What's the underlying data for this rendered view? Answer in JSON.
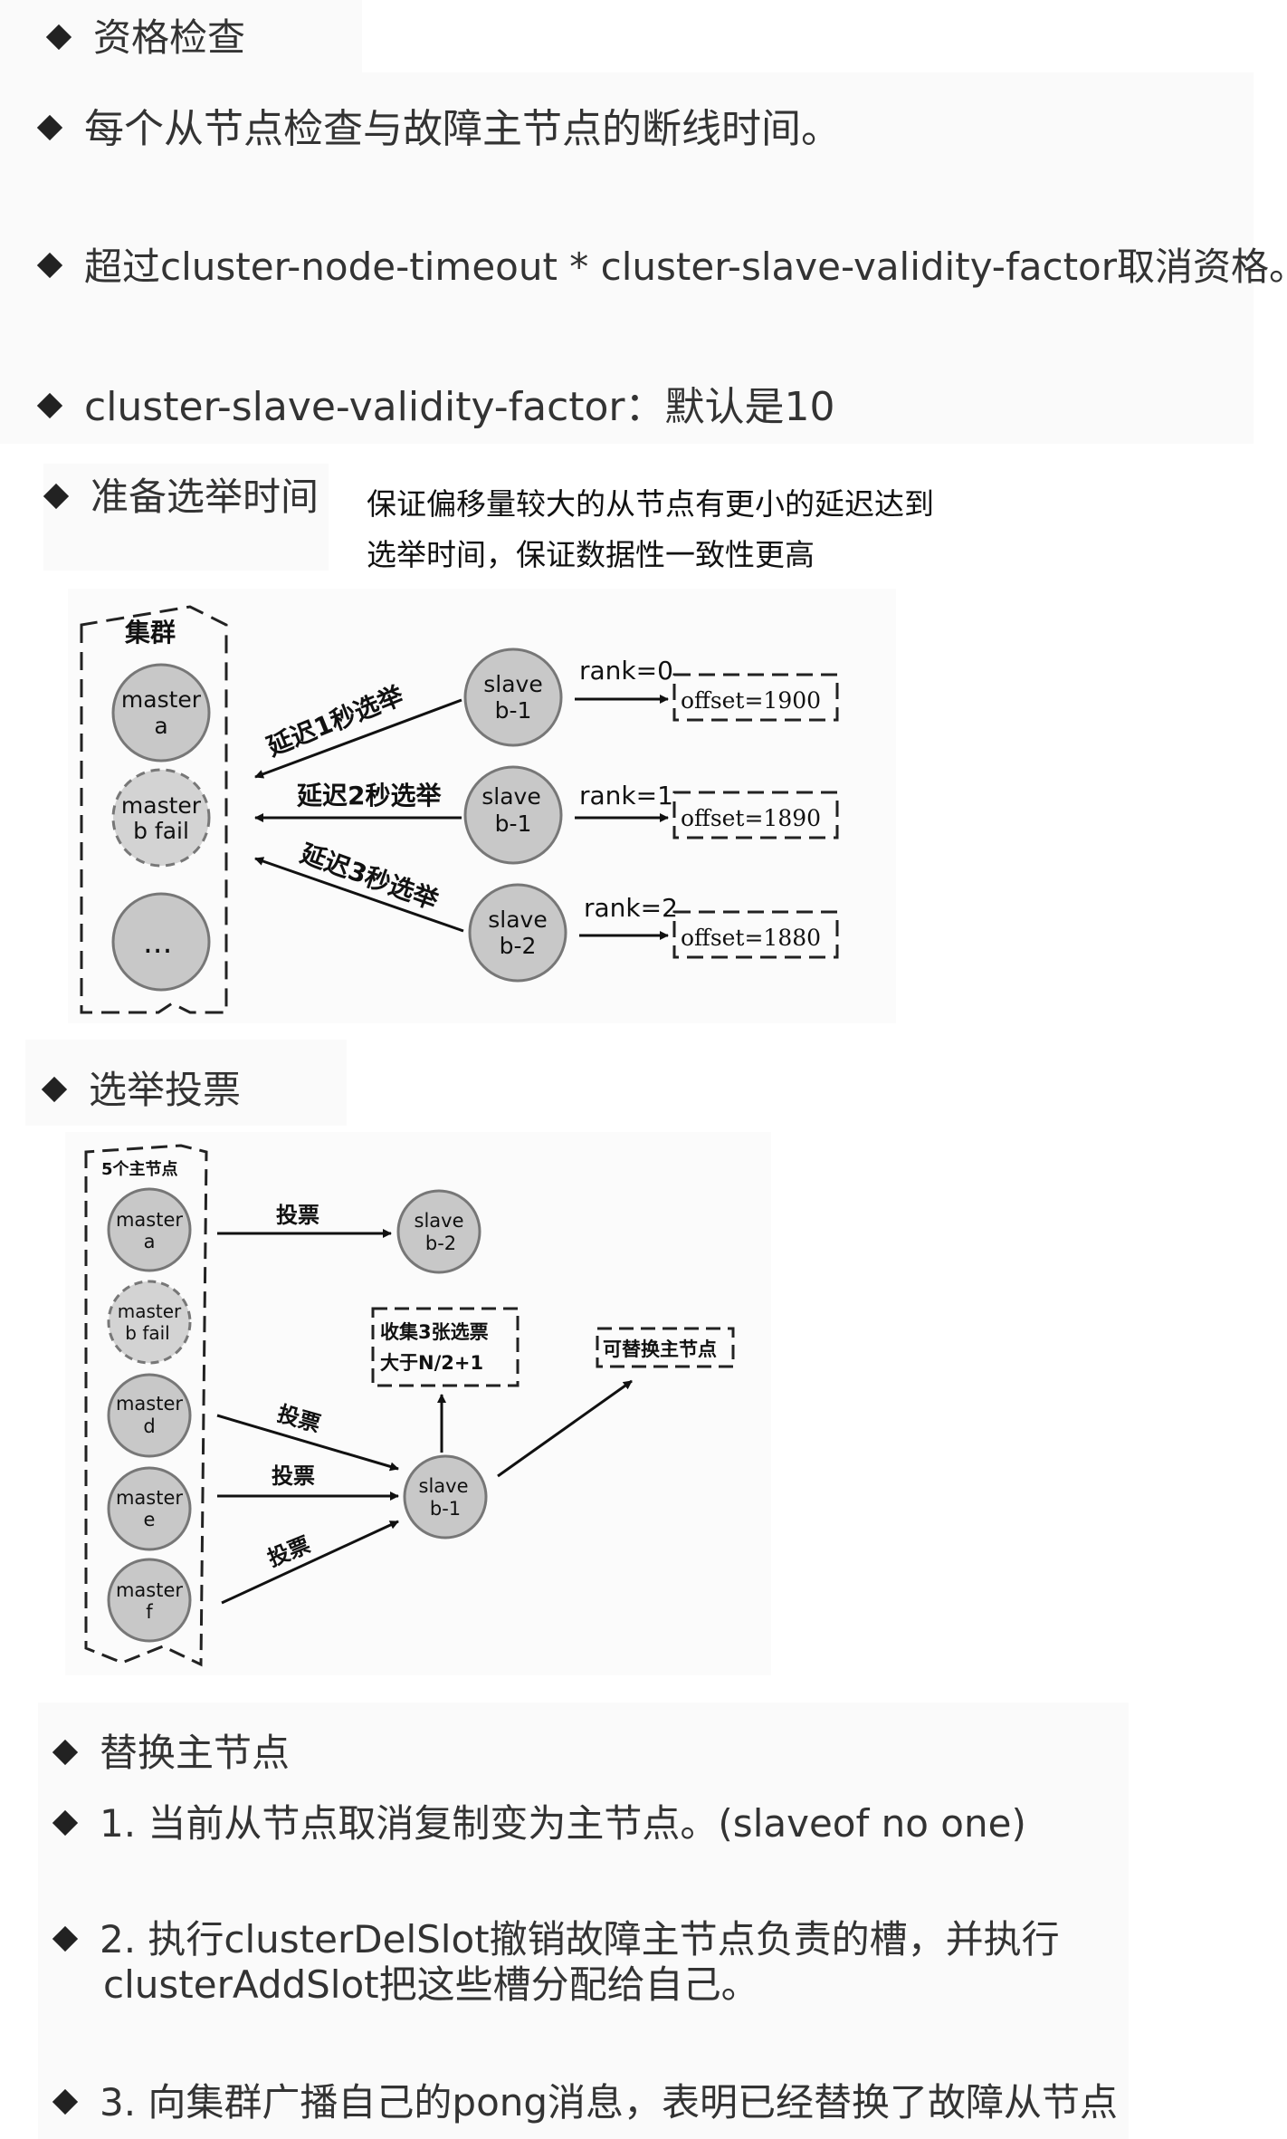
{
  "sections": {
    "qualify": {
      "title": "资格检查",
      "items": [
        "每个从节点检查与故障主节点的断线时间。",
        "超过cluster-node-timeout * cluster-slave-validity-factor取消资格。",
        "cluster-slave-validity-factor：默认是10"
      ]
    },
    "prepare": {
      "title": "准备选举时间",
      "note_line1": "保证偏移量较大的从节点有更小的延迟达到",
      "note_line2": "选举时间，保证数据性一致性更高"
    },
    "vote": {
      "title": "选举投票"
    },
    "replace": {
      "title": "替换主节点",
      "items": [
        "1. 当前从节点取消复制变为主节点。(slaveof no one)",
        "2. 执行clusterDelSlot撤销故障主节点负责的槽，并执行",
        "clusterAddSlot把这些槽分配给自己。",
        "3. 向集群广播自己的pong消息，表明已经替换了故障从节点"
      ]
    }
  },
  "diagram1": {
    "cluster_label": "集群",
    "masters": [
      {
        "line1": "master",
        "line2": "a"
      },
      {
        "line1": "master",
        "line2": "b fail"
      },
      {
        "line1": "..."
      }
    ],
    "slaves": [
      {
        "line1": "slave",
        "line2": "b-1",
        "rank": "rank=0",
        "offset": "offset=1900",
        "delay": "延迟1秒选举"
      },
      {
        "line1": "slave",
        "line2": "b-1",
        "rank": "rank=1",
        "offset": "offset=1890",
        "delay": "延迟2秒选举"
      },
      {
        "line1": "slave",
        "line2": "b-2",
        "rank": "rank=2",
        "offset": "offset=1880",
        "delay": "延迟3秒选举"
      }
    ]
  },
  "diagram2": {
    "group_label": "5个主节点",
    "masters": [
      {
        "line1": "master",
        "line2": "a"
      },
      {
        "line1": "master",
        "line2": "b fail"
      },
      {
        "line1": "master",
        "line2": "d"
      },
      {
        "line1": "master",
        "line2": "e"
      },
      {
        "line1": "master",
        "line2": "f"
      }
    ],
    "slave_top": {
      "line1": "slave",
      "line2": "b-2"
    },
    "slave_main": {
      "line1": "slave",
      "line2": "b-1"
    },
    "vote_label": "投票",
    "collect_line1": "收集3张选票",
    "collect_line2": "大于N/2+1",
    "replace_label": "可替换主节点"
  },
  "colors": {
    "node_fill": "#c8c8c8",
    "node_stroke": "#777777",
    "panel_bg": "#fafafa",
    "text": "#333333"
  }
}
